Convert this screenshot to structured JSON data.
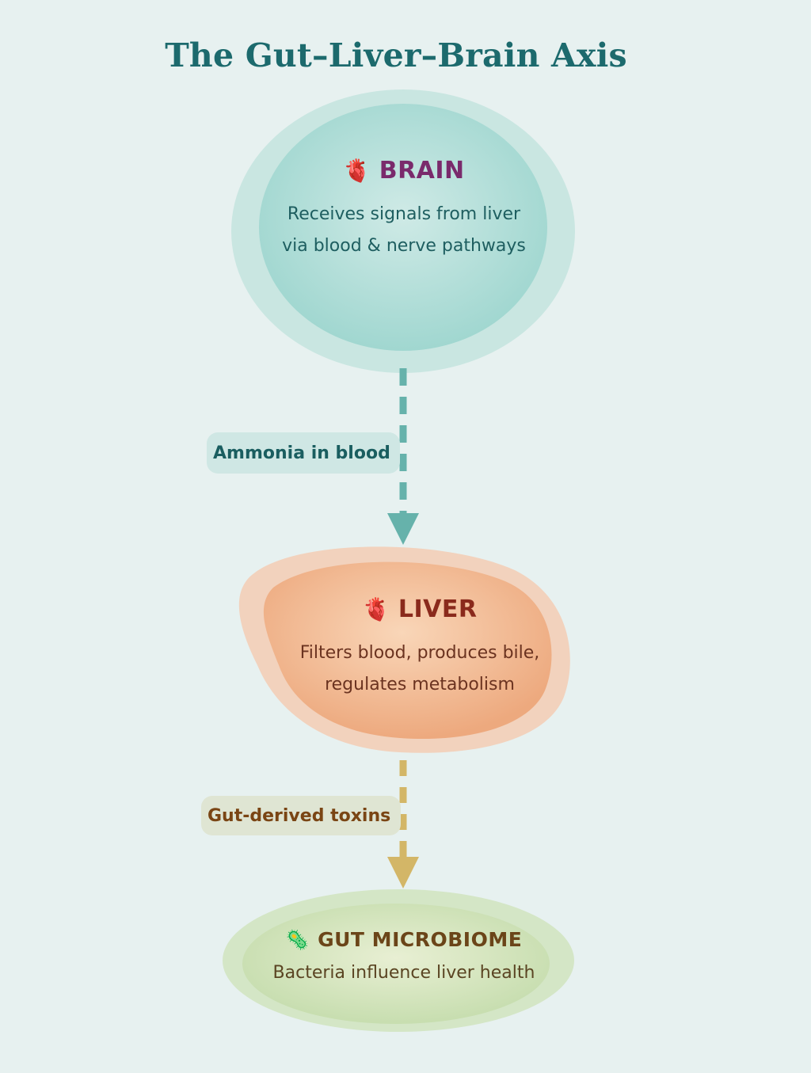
{
  "title": "The Gut–Liver–Brain Axis",
  "colors": {
    "background": "#e7f1f0",
    "title": "#1c6a6d",
    "brain_fill": "#a8dcd6",
    "liver_fill": "#f1b48c",
    "gut_fill": "#cfe2b8",
    "arrow_teal": "#66b2ab",
    "arrow_gold": "#d3b667"
  },
  "nodes": {
    "brain": {
      "icon": "anatomical-heart-icon",
      "icon_glyph": "🫀",
      "heading": "BRAIN",
      "description_lines": [
        "Receives signals from liver",
        "via blood & nerve pathways"
      ]
    },
    "liver": {
      "icon": "anatomical-heart-icon",
      "icon_glyph": "🫀",
      "heading": "LIVER",
      "description_lines": [
        "Filters blood, produces bile,",
        "regulates metabolism"
      ]
    },
    "gut": {
      "icon": "microbe-icon",
      "icon_glyph": "🦠",
      "heading": "GUT MICROBIOME",
      "description_lines": [
        "Bacteria influence liver health"
      ]
    }
  },
  "edges": [
    {
      "from": "brain",
      "to": "liver",
      "label": "Ammonia in blood",
      "style": "dashed",
      "color": "#66b2ab"
    },
    {
      "from": "liver",
      "to": "gut",
      "label": "Gut-derived toxins",
      "style": "dashed",
      "color": "#d3b667"
    }
  ]
}
